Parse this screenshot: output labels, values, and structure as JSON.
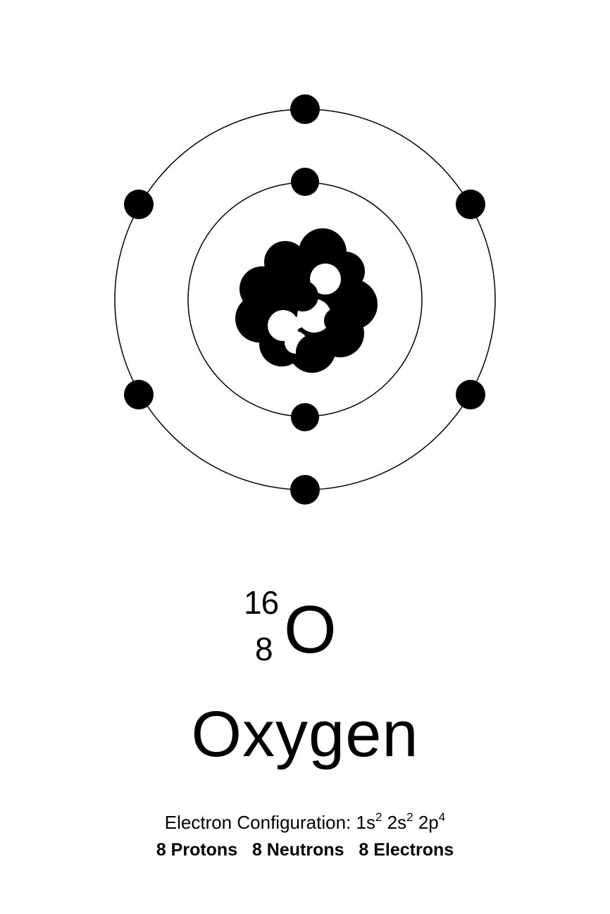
{
  "isotope": {
    "mass_number": "16",
    "atomic_number": "8",
    "symbol": "O"
  },
  "element_name": "Oxygen",
  "electron_configuration": {
    "label": "Electron Configuration:",
    "orbitals": [
      {
        "orbital": "1s",
        "electrons": "2"
      },
      {
        "orbital": "2s",
        "electrons": "2"
      },
      {
        "orbital": "2p",
        "electrons": "4"
      }
    ]
  },
  "particle_counts": {
    "protons": "8 Protons",
    "neutrons": "8 Neutrons",
    "electrons": "8 Electrons"
  },
  "shells": [
    {
      "name": "inner-shell",
      "electron_count": 2
    },
    {
      "name": "outer-shell",
      "electron_count": 6
    }
  ],
  "colors": {
    "ink": "#000000",
    "background": "#ffffff"
  }
}
